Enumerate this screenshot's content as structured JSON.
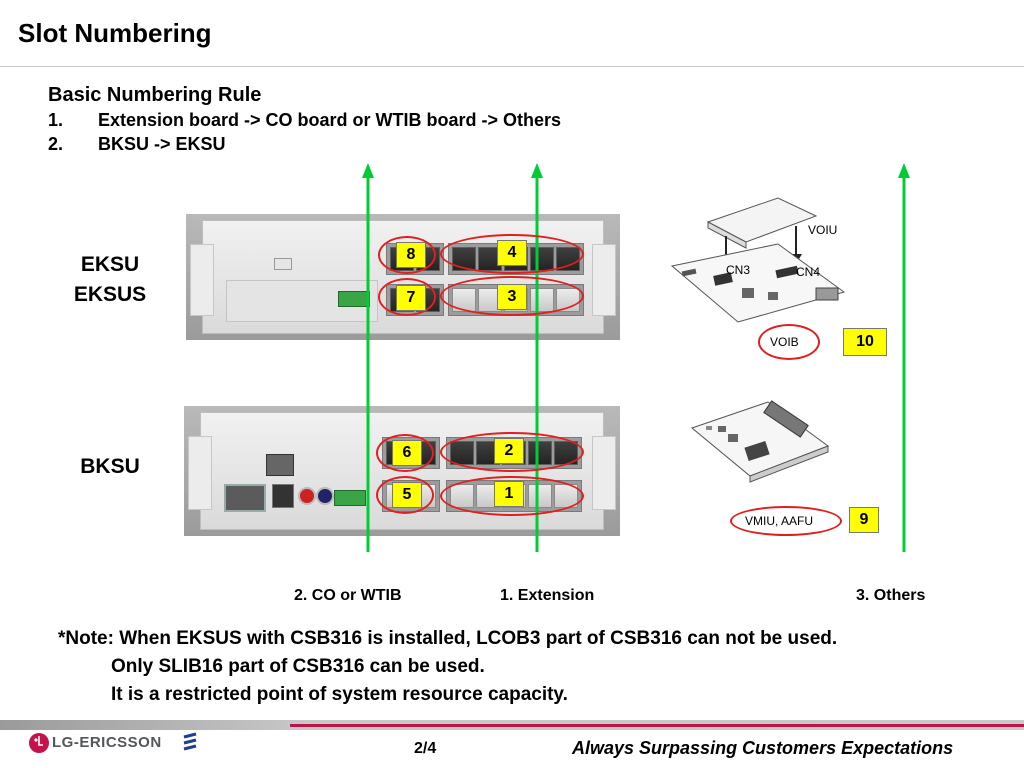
{
  "slide": {
    "title": "Slot Numbering",
    "rule_heading": "Basic Numbering Rule",
    "rules": [
      {
        "number": "1.",
        "text": "Extension board -> CO board or WTIB board -> Others"
      },
      {
        "number": "2.",
        "text": "BKSU -> EKSU"
      }
    ]
  },
  "cabinets": {
    "eksu_line1": "EKSU",
    "eksu_line2": "EKSUS",
    "bksu": "BKSU"
  },
  "slots": {
    "eksu_co_top": "8",
    "eksu_ext_top": "4",
    "eksu_co_bottom": "7",
    "eksu_ext_bottom": "3",
    "bksu_co_top": "6",
    "bksu_ext_top": "2",
    "bksu_co_bottom": "5",
    "bksu_ext_bottom": "1",
    "voib": "10",
    "vmiu": "9"
  },
  "boards": {
    "voiu": "VOIU",
    "voib": "VOIB",
    "vmiu": "VMIU, AAFU",
    "cn3": "CN3",
    "cn4": "CN4"
  },
  "axis_labels": {
    "co_wtib": "2. CO or WTIB",
    "extension": "1. Extension",
    "others": "3. Others"
  },
  "note": {
    "line1": "*Note: When EKSUS with CSB316 is installed, LCOB3 part of CSB316 can not be used.",
    "line2": "Only SLIB16 part of CSB316 can be used.",
    "line3": "It is a restricted point of system resource capacity."
  },
  "footer": {
    "logo": "LG-ERICSSON",
    "page": "2/4",
    "slogan": "Always Surpassing Customers Expectations"
  },
  "colors": {
    "arrow": "#00cc33",
    "ring": "#e01f1f",
    "tag": "#ffff00",
    "footer_stripe": "#bd1548"
  }
}
